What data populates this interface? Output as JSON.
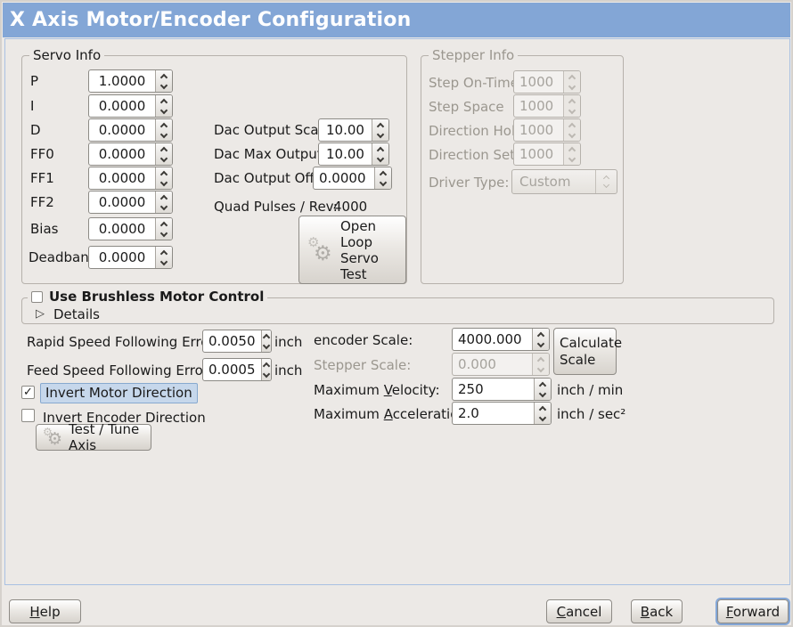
{
  "window": {
    "title": "X Axis Motor/Encoder Configuration"
  },
  "colors": {
    "title_bar": "#83a6d6",
    "panel_border": "#a9c1e2",
    "focus_highlight": "#c6d7eb"
  },
  "icons": {
    "gear": "⚙",
    "check": "✓",
    "expander": "▷"
  },
  "servo_info": {
    "legend": "Servo Info",
    "rows": [
      {
        "label": "P",
        "value": "1.0000"
      },
      {
        "label": "I",
        "value": "0.0000"
      },
      {
        "label": "D",
        "value": "0.0000"
      },
      {
        "label": "FF0",
        "value": "0.0000"
      },
      {
        "label": "FF1",
        "value": "0.0000"
      },
      {
        "label": "FF2",
        "value": "0.0000"
      },
      {
        "label": "Bias",
        "value": "0.0000"
      },
      {
        "label": "Deadband",
        "value": "0.0000"
      }
    ]
  },
  "dac": {
    "scale_label": "Dac Output Scale:",
    "scale_value": "10.00",
    "max_label": "Dac Max Output:",
    "max_value": "10.00",
    "offset_label": "Dac Output Offset:",
    "offset_value": "0.0000",
    "quad_label": "Quad Pulses / Rev:",
    "quad_value": "4000"
  },
  "open_loop_button_label": "Open\nLoop\nServo\nTest",
  "stepper_info": {
    "legend": "Stepper Info",
    "rows": [
      {
        "label": "Step On-Time",
        "value": "1000"
      },
      {
        "label": "Step Space",
        "value": "1000"
      },
      {
        "label": "Direction Hold",
        "value": "1000"
      },
      {
        "label": "Direction Setup",
        "value": "1000"
      }
    ],
    "driver_label": "Driver Type:",
    "driver_value": "Custom"
  },
  "brushless": {
    "label": "Use Brushless Motor Control",
    "details": "Details"
  },
  "following": {
    "rapid_label": "Rapid Speed Following Error:",
    "rapid_value": "0.0050",
    "rapid_unit": "inch",
    "feed_label": "Feed Speed Following Error:",
    "feed_value": "0.0005",
    "feed_unit": "inch"
  },
  "scale": {
    "encoder_label": "encoder Scale:",
    "encoder_value": "4000.000",
    "stepper_label": "Stepper Scale:",
    "stepper_value": "0.000",
    "calc_label": "Calculate\nScale"
  },
  "limits": {
    "velocity_pre": "Maximum ",
    "velocity_key": "V",
    "velocity_post": "elocity:",
    "velocity_value": "250",
    "velocity_unit": "inch / min",
    "accel_pre": "Maximum ",
    "accel_key": "A",
    "accel_post": "cceleration:",
    "accel_value": "2.0",
    "accel_unit": "inch / sec²"
  },
  "direction": {
    "invert_motor": "Invert Motor Direction",
    "invert_encoder": "Invert Encoder Direction"
  },
  "test_tune_label": "Test / Tune Axis",
  "footer": {
    "help_key": "H",
    "help_post": "elp",
    "cancel_key": "C",
    "cancel_post": "ancel",
    "back_key": "B",
    "back_post": "ack",
    "forward_key": "F",
    "forward_post": "orward"
  }
}
